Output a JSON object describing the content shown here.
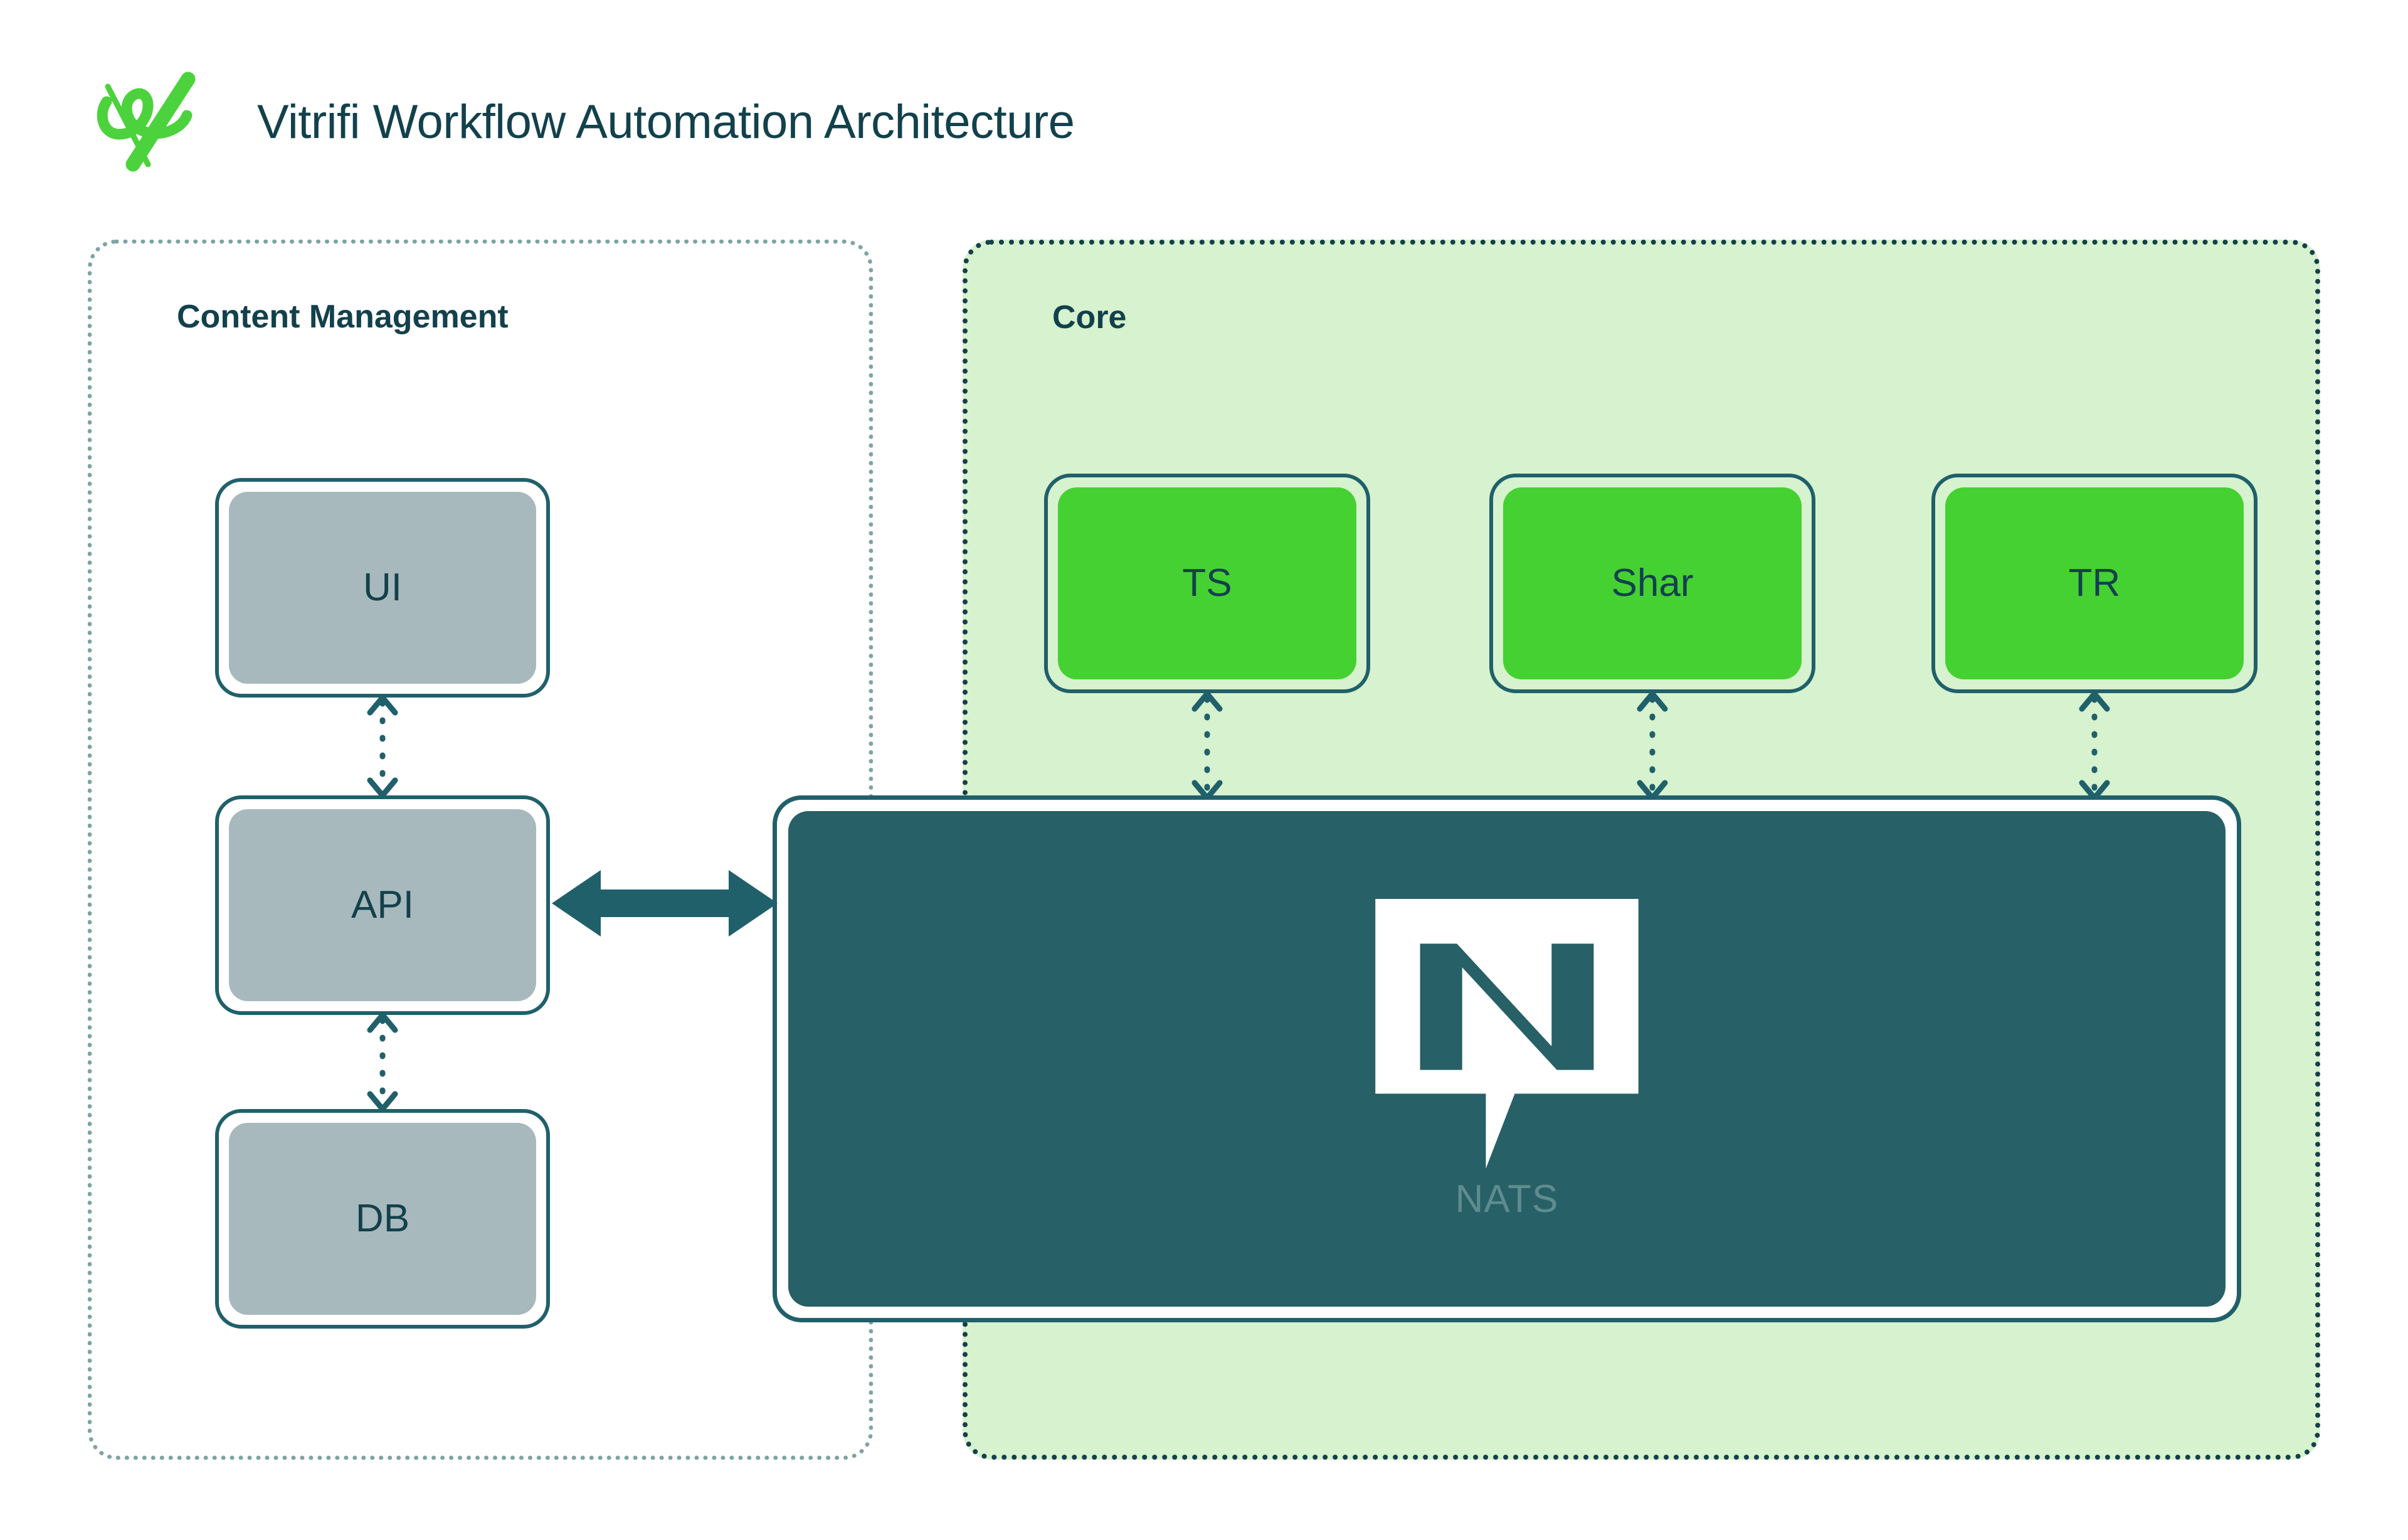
{
  "header": {
    "logo_icon": "vitrifi-check-logo",
    "title": "Vitrifi Workflow Automation Architecture"
  },
  "colors": {
    "title_text": "#12414C",
    "panel_core_fill": "#D6F2CE",
    "panel_core_border": "#153F4B",
    "panel_cms_border": "#7FA3A3",
    "node_border": "#20606B",
    "node_grey_fill": "#A7B9BC",
    "node_green_fill": "#45D132",
    "nats_box_fill": "#276066",
    "nats_wordmark": "#5E8C8F",
    "connector": "#20606B",
    "logo_green": "#4CD23C",
    "page_background": "#FFFFFF"
  },
  "panels": [
    {
      "id": "content-management",
      "title": "Content Management",
      "style": "dotted-outline",
      "nodes": [
        {
          "id": "ui",
          "label": "UI",
          "fill": "grey"
        },
        {
          "id": "api",
          "label": "API",
          "fill": "grey"
        },
        {
          "id": "db",
          "label": "DB",
          "fill": "grey"
        }
      ]
    },
    {
      "id": "core",
      "title": "Core",
      "style": "filled-green-dotted-outline",
      "nodes": [
        {
          "id": "ts",
          "label": "TS",
          "fill": "green"
        },
        {
          "id": "shar",
          "label": "Shar",
          "fill": "green"
        },
        {
          "id": "tr",
          "label": "TR",
          "fill": "green"
        }
      ]
    }
  ],
  "nats": {
    "label": "NATS",
    "logo_icon": "nats-speech-bubble-logo"
  },
  "connectors": [
    {
      "id": "ui-api",
      "from": "UI",
      "to": "API",
      "style": "dotted",
      "arrows": "both",
      "orientation": "vertical"
    },
    {
      "id": "api-db",
      "from": "API",
      "to": "DB",
      "style": "dotted",
      "arrows": "both",
      "orientation": "vertical"
    },
    {
      "id": "ts-nats",
      "from": "TS",
      "to": "NATS",
      "style": "dotted",
      "arrows": "both",
      "orientation": "vertical"
    },
    {
      "id": "shar-nats",
      "from": "Shar",
      "to": "NATS",
      "style": "dotted",
      "arrows": "both",
      "orientation": "vertical"
    },
    {
      "id": "tr-nats",
      "from": "TR",
      "to": "NATS",
      "style": "dotted",
      "arrows": "both",
      "orientation": "vertical"
    },
    {
      "id": "api-nats",
      "from": "API",
      "to": "NATS",
      "style": "solid",
      "arrows": "both",
      "orientation": "horizontal"
    }
  ]
}
